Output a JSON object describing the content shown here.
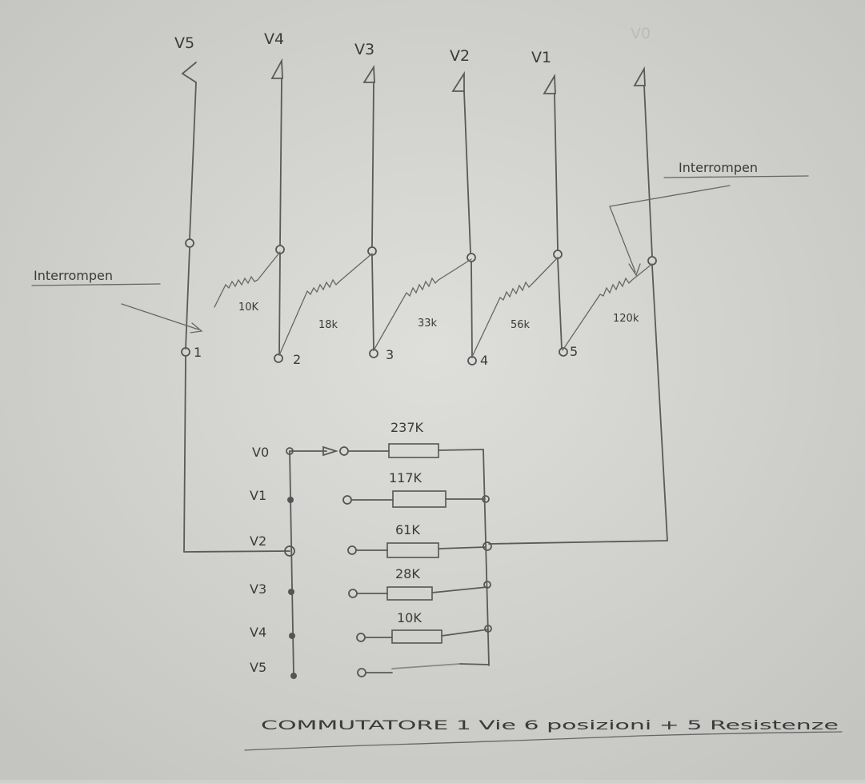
{
  "top_voltages": [
    "V5",
    "V4",
    "V3",
    "V2",
    "V1",
    "V0"
  ],
  "interrupter_label": "Interrompen",
  "resistors_top": [
    "10K",
    "18k",
    "33k",
    "56k",
    "120k"
  ],
  "positions": [
    "1",
    "2",
    "3",
    "4",
    "5"
  ],
  "bottom_voltages": [
    "V0",
    "V1",
    "V2",
    "V3",
    "V4",
    "V5"
  ],
  "bottom_resistors": [
    "237K",
    "117K",
    "61K",
    "28K",
    "10K"
  ],
  "caption": "COMMUTATORE 1 Vie 6 posizioni + 5 Resistenze"
}
